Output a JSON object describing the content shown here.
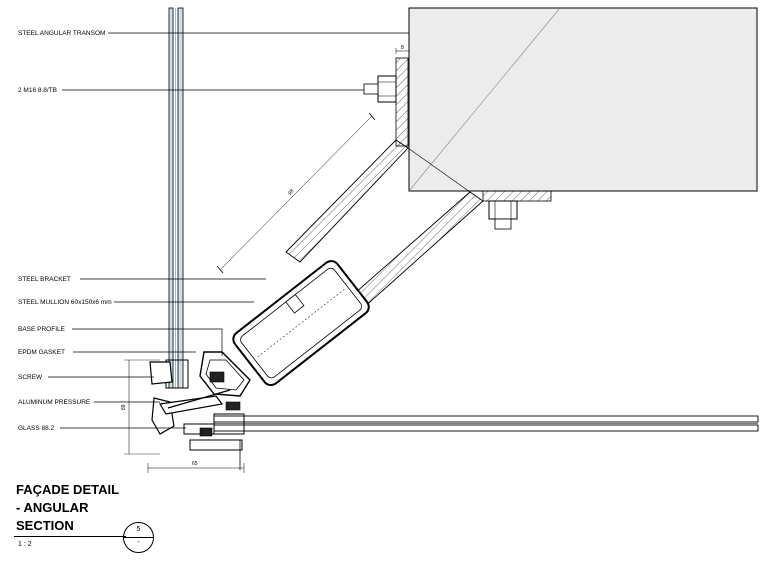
{
  "labels": {
    "transom": "STEEL ANGULAR TRANSOM",
    "bolts": "2 M16 8.8/TB",
    "bracket": "STEEL BRACKET",
    "mullion": "STEEL MULLION 60x150x6 mm",
    "base_profile": "BASE PROFILE",
    "gasket": "EPDM GASKET",
    "screw": "SCREW",
    "pressure": "ALUMINUM PRESSURE",
    "glass": "GLASS 88.2"
  },
  "dimensions": {
    "offset_top": "8",
    "diagonal": "98",
    "vertical": "89",
    "horizontal": "65"
  },
  "title": {
    "line1": "FAÇADE DETAIL",
    "line2": "- ANGULAR",
    "line3": "SECTION",
    "scale": "1 : 2"
  },
  "marker": {
    "sheet": "5",
    "detail": "-"
  },
  "colors": {
    "concrete": "#ececec",
    "glass": "#cfe0e8",
    "steel": "#ffffff",
    "line": "#000000"
  }
}
